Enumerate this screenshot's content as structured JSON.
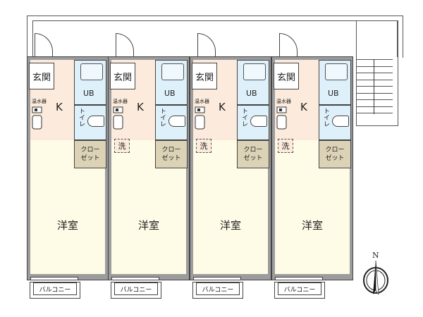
{
  "title": "Floor plan",
  "labels": {
    "entrance": "玄関",
    "kitchen": "K",
    "bath": "UB",
    "toilet": "トイレ",
    "closet_line1": "クロー",
    "closet_line2": "ゼット",
    "western_room": "洋室",
    "water_heater": "温水器",
    "laundry": "洗",
    "balcony": "バルコニー",
    "north": "N"
  },
  "units": [
    {
      "has_laundry": false
    },
    {
      "has_laundry": true
    },
    {
      "has_laundry": true
    },
    {
      "has_laundry": true
    }
  ],
  "colors": {
    "wall": "#9c9c9c",
    "kitchen": "#fcebdc",
    "room": "#fefbe6",
    "bath": "#def0fa",
    "closet": "#dcd2b6"
  }
}
